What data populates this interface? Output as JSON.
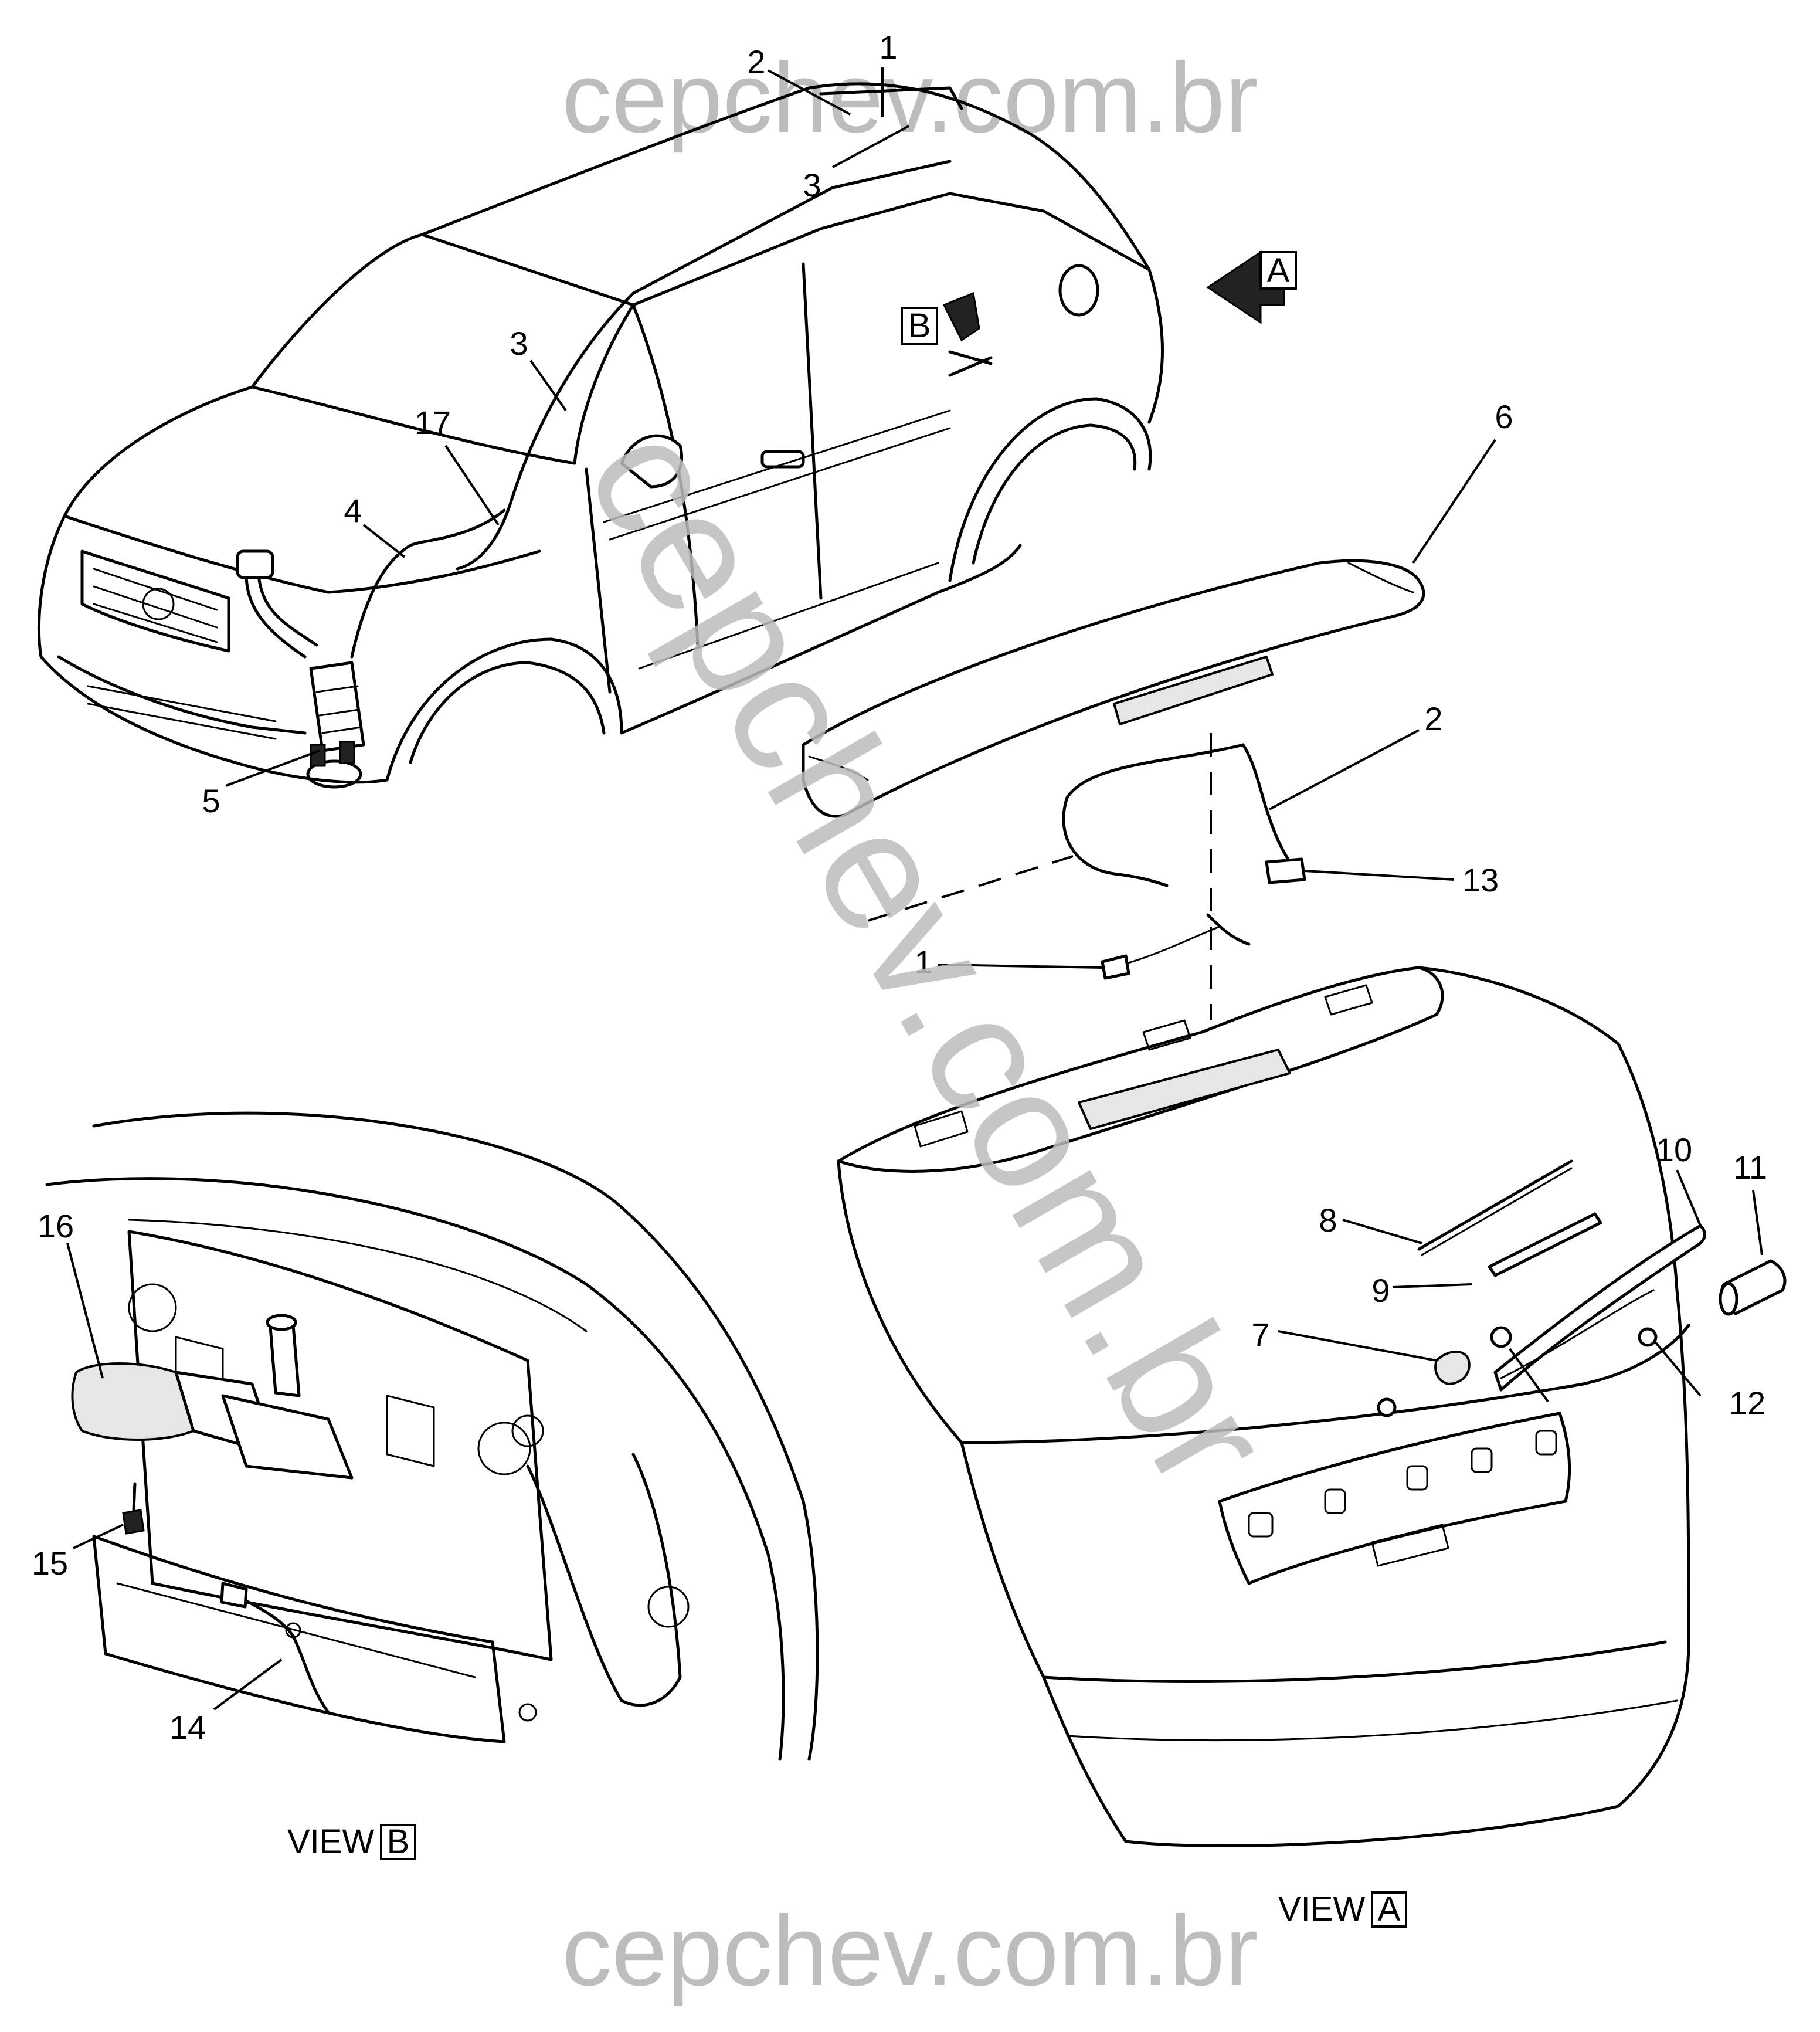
{
  "watermarks": {
    "top": "cepchev.com.br",
    "diagonal": "cepchev.com.br",
    "bottom": "cepchev.com.br"
  },
  "view_markers": {
    "a_letter": "A",
    "b_letter": "B"
  },
  "view_labels": {
    "view_a_word": "VIEW",
    "view_a_letter": "A",
    "view_b_word": "VIEW",
    "view_b_letter": "B"
  },
  "callouts": {
    "top_1": "1",
    "top_2": "2",
    "top_3": "3",
    "roof_3": "3",
    "hose_17": "17",
    "hose_4": "4",
    "reservoir_5": "5",
    "spoiler_6": "6",
    "spoiler_2": "2",
    "nozzle_13": "13",
    "hose_1": "1",
    "blade_8": "8",
    "blade_insert_9": "9",
    "arm_10": "10",
    "cap_11": "11",
    "nut_12": "12",
    "seal_7": "7",
    "motor_16": "16",
    "bolt_15": "15",
    "hose_14": "14"
  }
}
